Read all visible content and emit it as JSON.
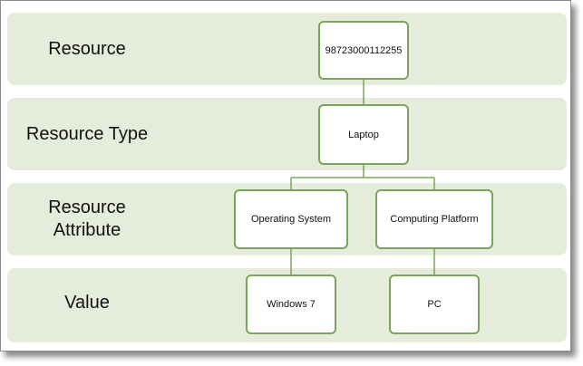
{
  "bands": {
    "resource": "Resource",
    "resource_type": "Resource Type",
    "resource_attribute": "Resource\nAttribute",
    "value": "Value"
  },
  "nodes": {
    "resource_id": "98723000112255",
    "type": "Laptop",
    "attr_os": "Operating System",
    "attr_platform": "Computing Platform",
    "value_os": "Windows 7",
    "value_platform": "PC"
  },
  "colors": {
    "band_fill": "#e6ecdb",
    "node_border": "#7ea35c"
  }
}
